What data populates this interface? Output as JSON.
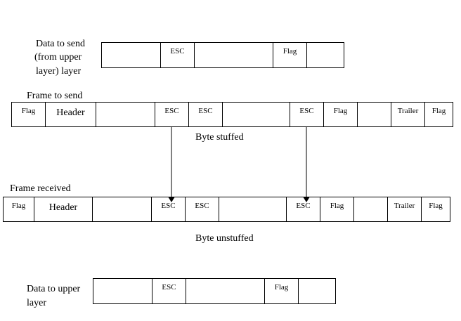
{
  "labels": {
    "data_to_send_line1": "Data to send",
    "data_to_send_line2": "(from upper",
    "data_to_send_line3": "layer) layer",
    "frame_to_send": "Frame to send",
    "frame_received": "Frame received",
    "data_to_upper_line1": "Data to upper",
    "data_to_upper_line2": "layer"
  },
  "captions": {
    "byte_stuffed": "Byte stuffed",
    "byte_unstuffed": "Byte unstuffed"
  },
  "rows": {
    "data_to_send": [
      "",
      "ESC",
      "",
      "Flag",
      ""
    ],
    "frame_to_send": [
      "Flag",
      "Header",
      "",
      "ESC",
      "ESC",
      "",
      "ESC",
      "Flag",
      "",
      "Trailer",
      "Flag"
    ],
    "frame_received": [
      "Flag",
      "Header",
      "",
      "ESC",
      "ESC",
      "",
      "ESC",
      "Flag",
      "",
      "Trailer",
      "Flag"
    ],
    "data_to_upper": [
      "",
      "ESC",
      "",
      "Flag",
      ""
    ]
  }
}
